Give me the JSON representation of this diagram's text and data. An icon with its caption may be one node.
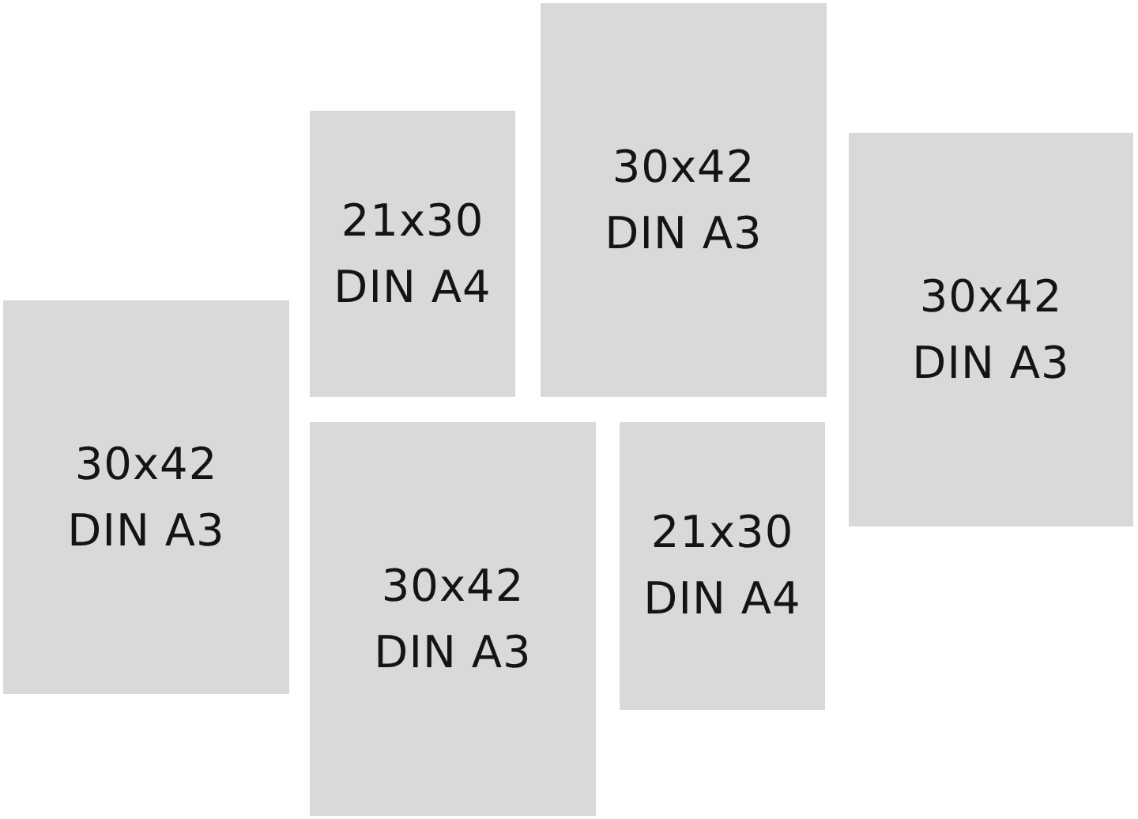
{
  "diagram": {
    "nodes": [
      {
        "text": [
          "30x42",
          "DIN A3"
        ]
      },
      {
        "text": [
          "21x30",
          "DIN A4"
        ]
      },
      {
        "text": [
          "30x42",
          "DIN A3"
        ]
      },
      {
        "text": [
          "30x42",
          "DIN A3"
        ]
      },
      {
        "text": [
          "21x30",
          "DIN A4"
        ]
      },
      {
        "text": [
          "30x42",
          "DIN A3"
        ]
      }
    ]
  }
}
